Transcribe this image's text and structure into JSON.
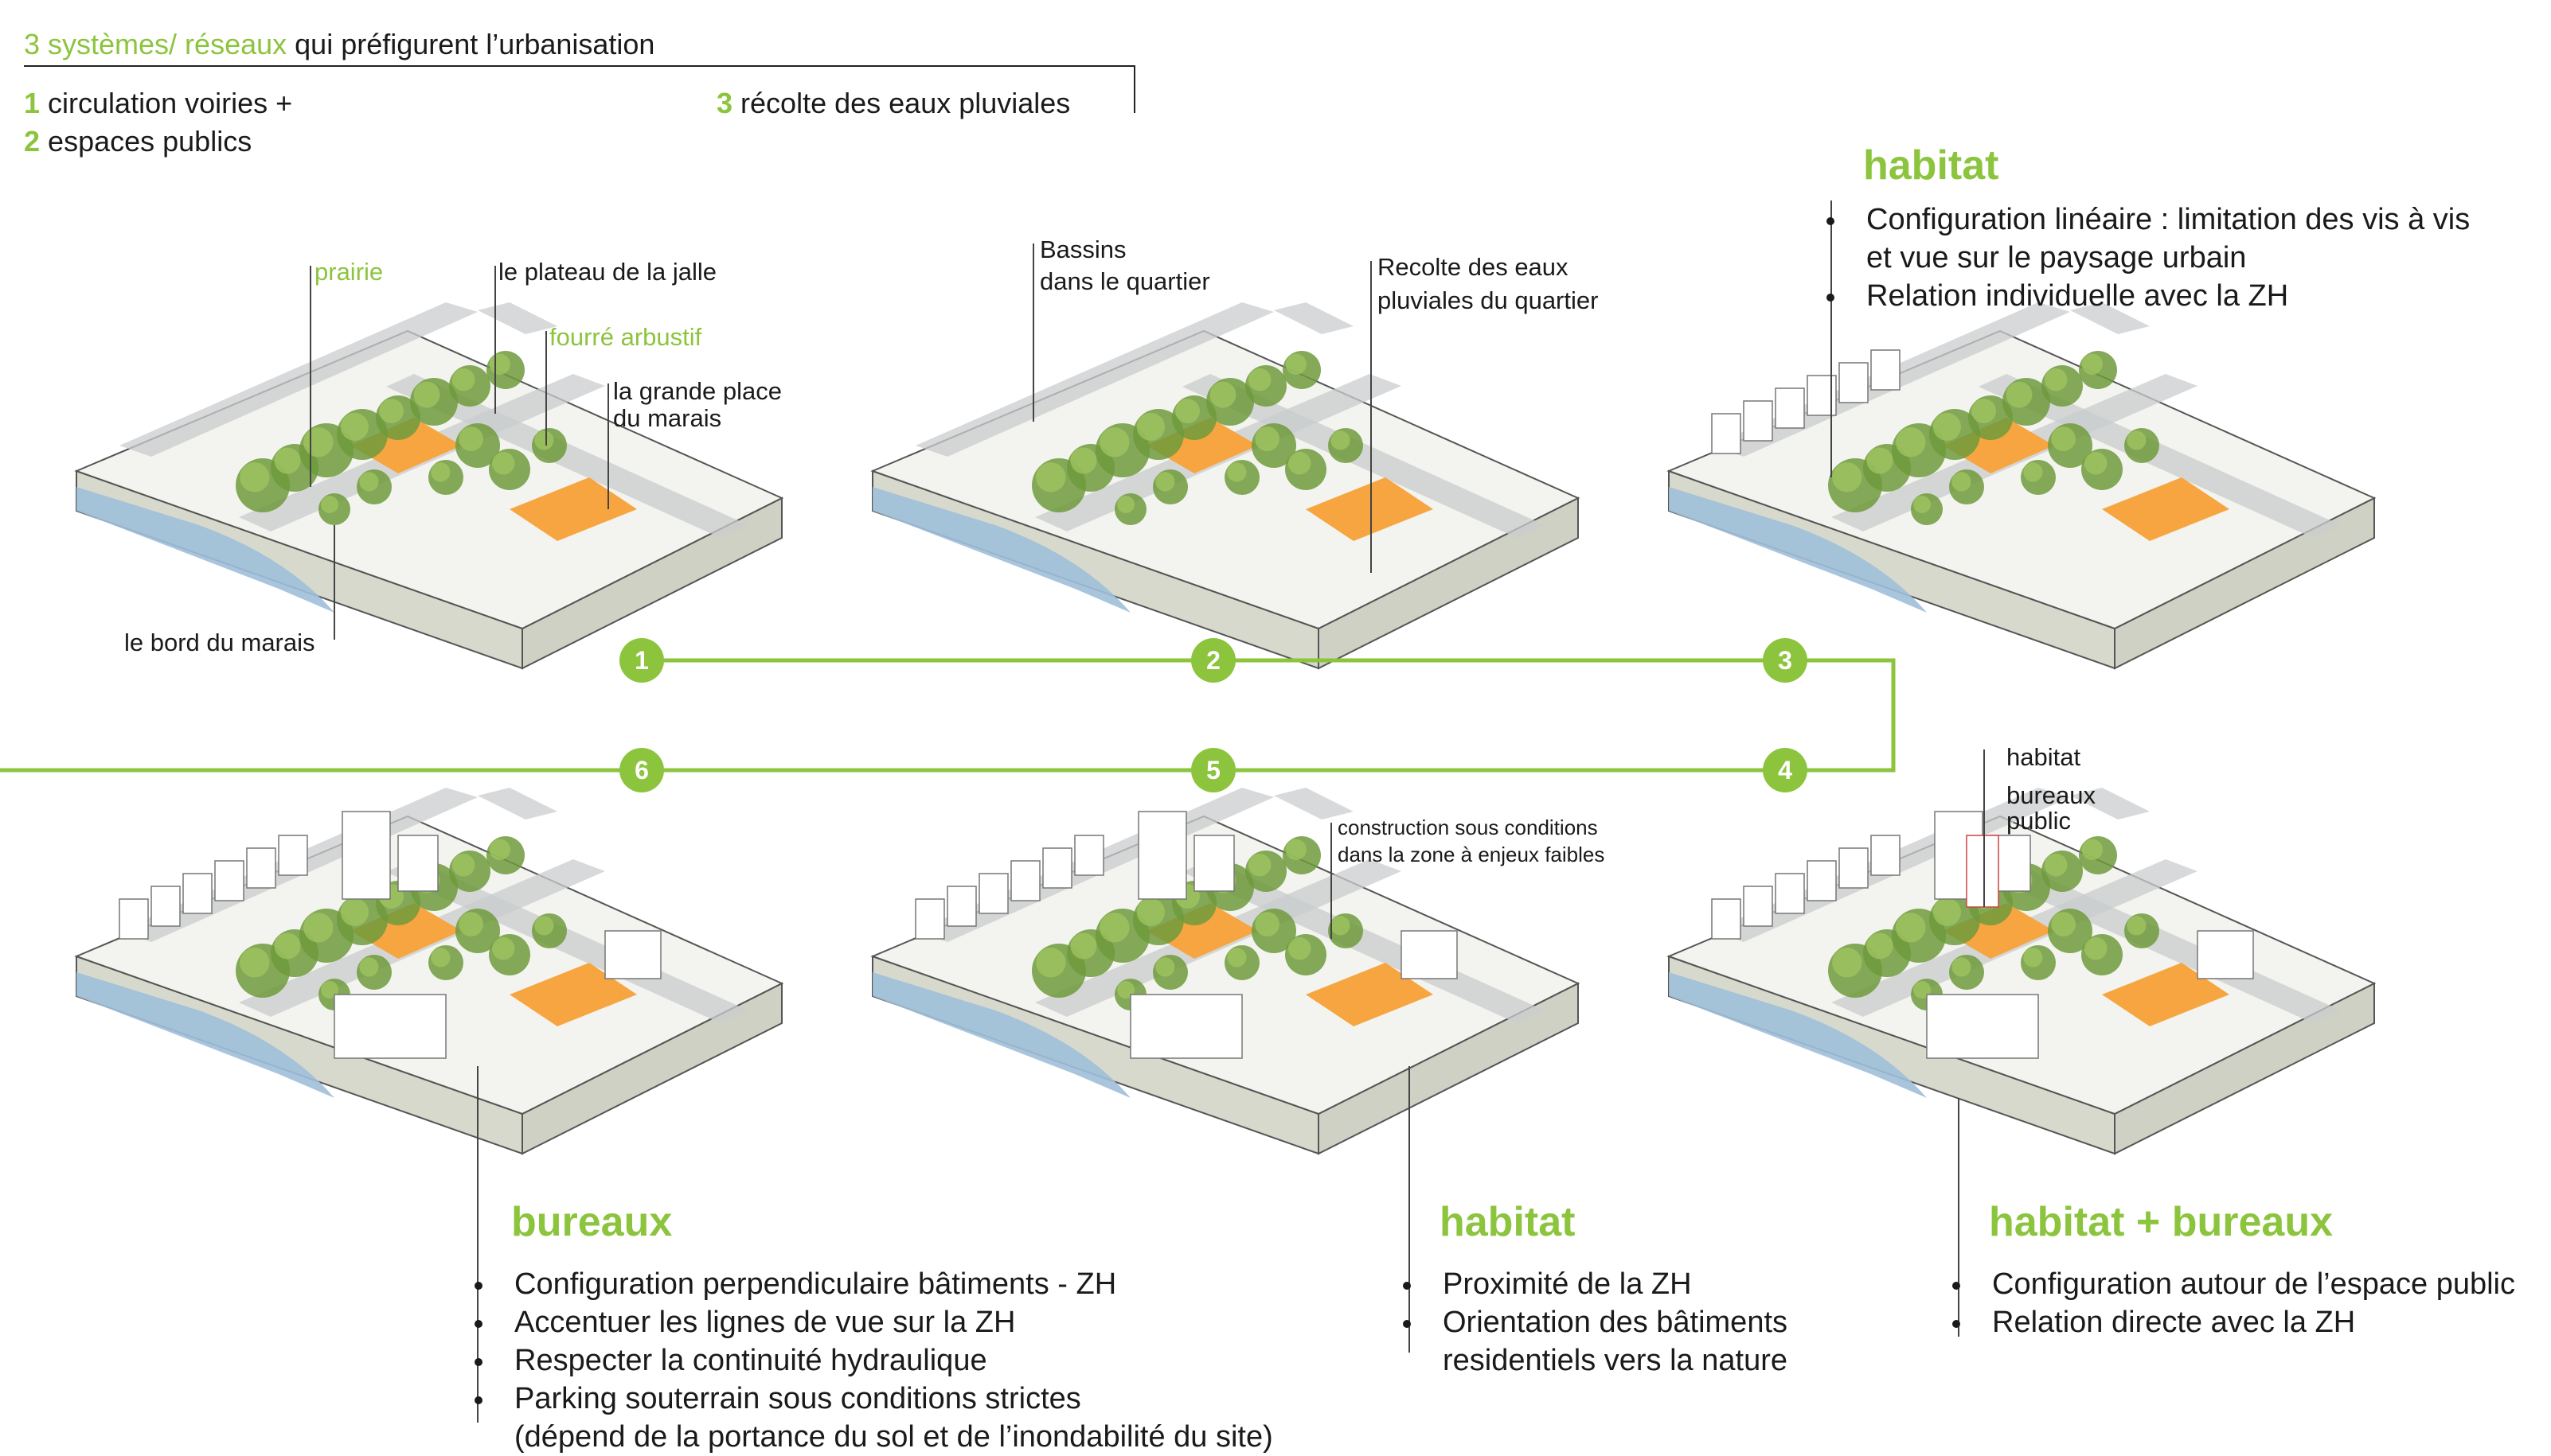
{
  "header": {
    "line1_prefix": "3 systèmes/ réseaux",
    "line1_rest": "qui préfigurent l’urbanisation",
    "item1_num": "1",
    "item1_text": "circulation voiries +",
    "item2_num": "2",
    "item2_text": "espaces publics",
    "item3_num": "3",
    "item3_text": "récolte des eaux pluviales"
  },
  "steps": [
    "1",
    "2",
    "3",
    "4",
    "5",
    "6"
  ],
  "block1": {
    "prairie": "prairie",
    "plateau": "le plateau de la jalle",
    "fourre": "fourré arbustif",
    "place_l1": "la grande place",
    "place_l2": "du marais",
    "bord": "le bord du marais"
  },
  "block2": {
    "bassins_l1": "Bassins",
    "bassins_l2": "dans le quartier",
    "recolte_l1": "Recolte des eaux",
    "recolte_l2": "pluviales du quartier"
  },
  "block3": {
    "title": "habitat",
    "b1_l1": "Configuration linéaire : limitation des vis à vis",
    "b1_l2": "et vue sur le paysage urbain",
    "b2": "Relation individuelle avec la ZH"
  },
  "block4": {
    "habitat": "habitat",
    "bureaux": "bureaux",
    "public": "public"
  },
  "block5": {
    "construction_l1": "construction sous conditions",
    "construction_l2": "dans la zone à enjeux faibles"
  },
  "bureaux_section": {
    "title": "bureaux",
    "b1": "Configuration perpendiculaire bâtiments - ZH",
    "b2": "Accentuer les lignes de vue sur la ZH",
    "b3": "Respecter la continuité hydraulique",
    "b4_l1": "Parking souterrain sous conditions strictes",
    "b4_l2": "(dépend de la portance du sol et de l’inondabilité du site)"
  },
  "habitat_section": {
    "title": "habitat",
    "b1": "Proximité de la ZH",
    "b2_l1": "Orientation des bâtiments",
    "b2_l2": "residentiels vers la nature"
  },
  "habitat_bureaux_section": {
    "title": "habitat + bureaux",
    "b1": "Configuration autour de l’espace public",
    "b2": "Relation directe avec la ZH"
  },
  "colors": {
    "accent_green": "#8cc43e",
    "plaza_orange": "#f7a541",
    "water_blue": "#9ebfd9",
    "road_grey": "#c9ccce",
    "tree_green": "#6f9a3c"
  }
}
